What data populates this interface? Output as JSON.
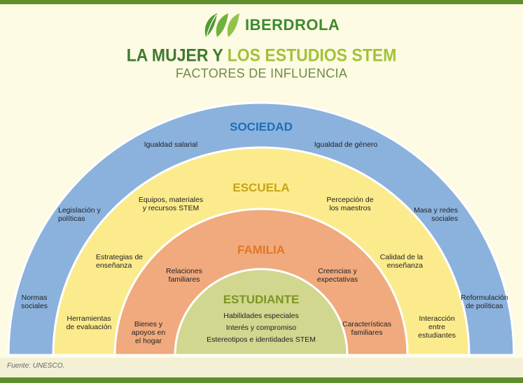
{
  "logo": {
    "name": "iberdrola-leaves-icon",
    "text": "IBERDROLA"
  },
  "title": {
    "part1": "LA MUJER Y ",
    "part2": "LOS ESTUDIOS STEM"
  },
  "subtitle": "FACTORES DE INFLUENCIA",
  "colors": {
    "sociedad": "#8bb2dd",
    "escuela": "#fbeb8c",
    "familia": "#f0aa7d",
    "estudiante": "#d1d78f",
    "sociedad_title": "#1c6fb6",
    "escuela_title": "#c8a414",
    "familia_title": "#e27728",
    "estudiante_title": "#7e9520"
  },
  "rings": {
    "sociedad": {
      "title": "SOCIEDAD",
      "labels": [
        {
          "lines": [
            "Igualdad salarial"
          ],
          "anchor": "middle"
        },
        {
          "lines": [
            "Igualdad de género"
          ],
          "anchor": "middle"
        },
        {
          "lines": [
            "Legislación y",
            "políticas"
          ],
          "anchor": "start"
        },
        {
          "lines": [
            "Masa y redes",
            "sociales"
          ],
          "anchor": "end"
        },
        {
          "lines": [
            "Normas",
            "sociales"
          ],
          "anchor": "middle"
        },
        {
          "lines": [
            "Reformulación",
            "de políticas"
          ],
          "anchor": "middle"
        }
      ]
    },
    "escuela": {
      "title": "ESCUELA",
      "labels": [
        {
          "lines": [
            "Equipos, materiales",
            "y recursos STEM"
          ],
          "anchor": "middle"
        },
        {
          "lines": [
            "Percepción de",
            "los maestros"
          ],
          "anchor": "middle"
        },
        {
          "lines": [
            "Estrategias de",
            "enseñanza"
          ],
          "anchor": "start"
        },
        {
          "lines": [
            "Calidad de la",
            "enseñanza"
          ],
          "anchor": "end"
        },
        {
          "lines": [
            "Herramientas",
            "de evaluación"
          ],
          "anchor": "middle"
        },
        {
          "lines": [
            "Interacción",
            "entre",
            "estudiantes"
          ],
          "anchor": "middle"
        }
      ]
    },
    "familia": {
      "title": "FAMILIA",
      "labels": [
        {
          "lines": [
            "Relaciones",
            "familiares"
          ],
          "anchor": "middle"
        },
        {
          "lines": [
            "Creencias y",
            "expectativas"
          ],
          "anchor": "middle"
        },
        {
          "lines": [
            "Bienes y",
            "apoyos en",
            "el hogar"
          ],
          "anchor": "middle"
        },
        {
          "lines": [
            "Características",
            "familiares"
          ],
          "anchor": "middle"
        }
      ]
    },
    "estudiante": {
      "title": "ESTUDIANTE",
      "labels": [
        {
          "lines": [
            "Habilidades especiales"
          ],
          "anchor": "middle"
        },
        {
          "lines": [
            "Interés y compromiso"
          ],
          "anchor": "middle"
        },
        {
          "lines": [
            "Estereotipos e identidades STEM"
          ],
          "anchor": "middle"
        }
      ]
    }
  },
  "source": "Fuente: UNESCO."
}
